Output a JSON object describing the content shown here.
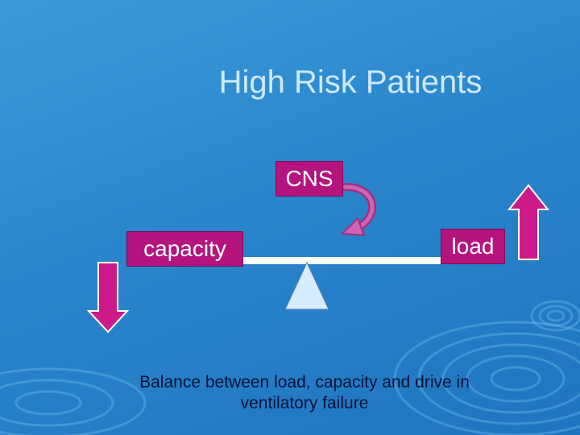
{
  "slide": {
    "title": "High Risk Patients",
    "labels": {
      "cns": "CNS",
      "capacity": "capacity",
      "load": "load"
    },
    "caption_line1": "Balance between load, capacity and drive in",
    "caption_line2": "ventilatory failure"
  },
  "colors": {
    "background": "#2a86cc",
    "label_box": "#b5147f",
    "arrow_fill": "#cc1a8a",
    "fulcrum": "#d6ecff",
    "beam": "#ffffff",
    "title_text": "#cfe9ff",
    "caption_text": "#06123a"
  },
  "icons": {
    "down_arrow": "down-arrow-icon",
    "up_arrow": "up-arrow-icon",
    "curved_arrow": "curved-arrow-icon",
    "fulcrum": "fulcrum-triangle-icon"
  }
}
